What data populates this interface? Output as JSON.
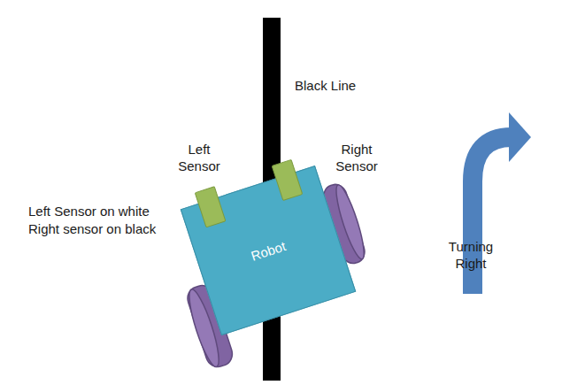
{
  "diagram": {
    "nodes": [
      {
        "text": [
          "Robot"
        ]
      }
    ],
    "labels": [
      "Black Line",
      "Left Sensor",
      "Right Sensor",
      "Left Sensor on white",
      "Right sensor on black",
      "Turning Right"
    ]
  }
}
